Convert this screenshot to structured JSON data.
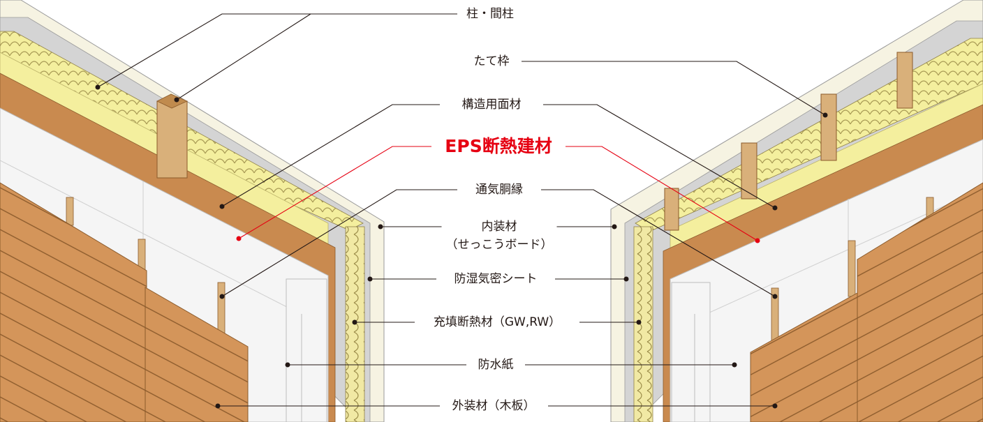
{
  "labels": {
    "post": "柱・間柱",
    "stud": "たて枠",
    "sheathing": "構造用面材",
    "eps": "EPS断熱建材",
    "furring": "通気胴縁",
    "interior_line1": "内装材",
    "interior_line2": "（せっこうボード）",
    "vapor_barrier": "防湿気密シート",
    "fill_insulation": "充填断熱材（GW,RW）",
    "waterproof_paper": "防水紙",
    "exterior": "外装材（木板）"
  },
  "colors": {
    "eps_highlight": "#e60012",
    "leader_line": "#231815",
    "siding": "#d4955a",
    "sheathing": "#c98a4f",
    "insulation": "#f4ef9e",
    "gypsum": "#f6f3e2",
    "eps_board": "#f5f5f5",
    "timber": "#d9b07a"
  },
  "icons": [
    "red-dot-marker",
    "black-dot-marker"
  ]
}
